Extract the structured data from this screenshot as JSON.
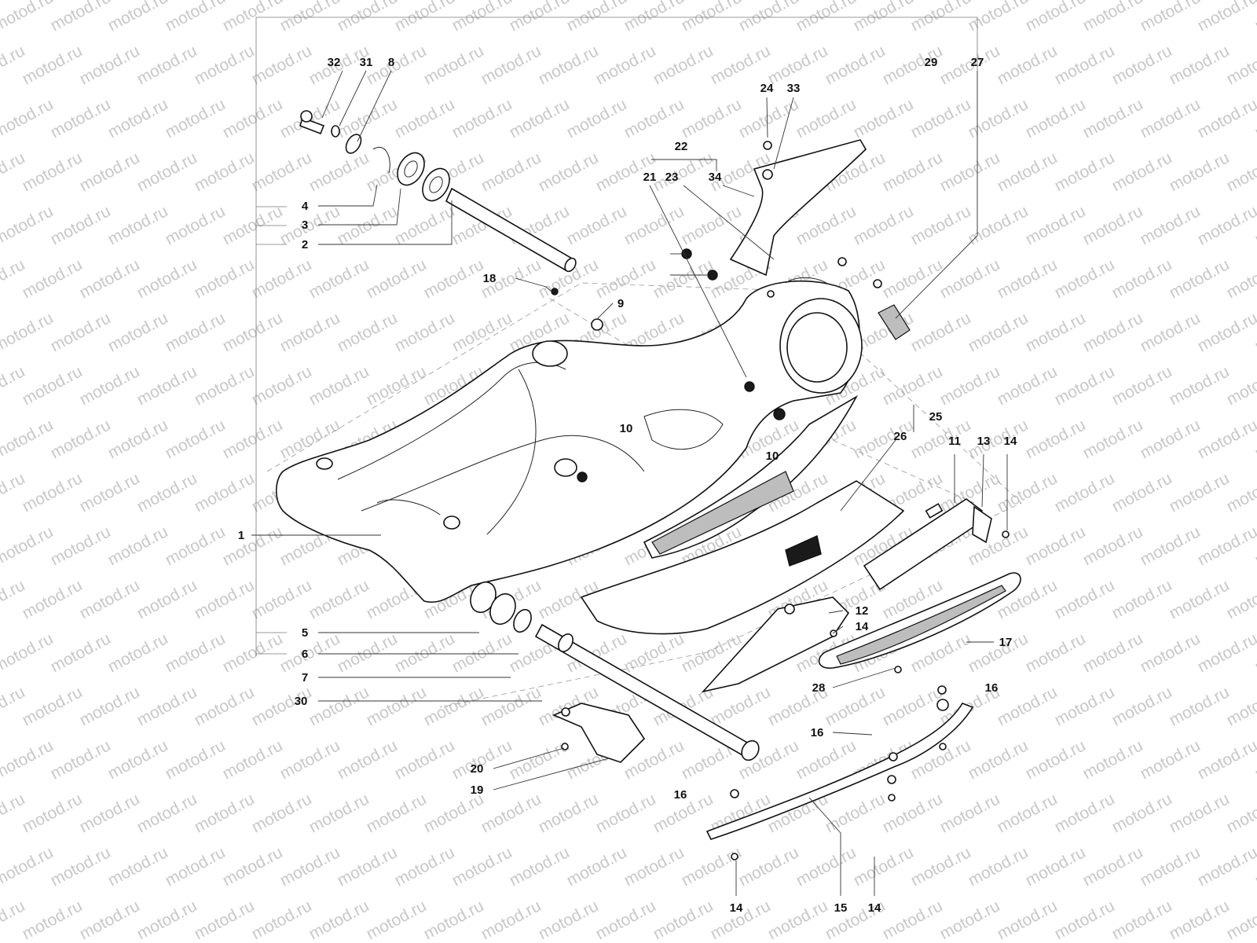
{
  "diagram": {
    "watermark": "motod.ru",
    "callouts": [
      {
        "id": "c32",
        "text": "32"
      },
      {
        "id": "c31",
        "text": "31"
      },
      {
        "id": "c8",
        "text": "8"
      },
      {
        "id": "c29",
        "text": "29"
      },
      {
        "id": "c27",
        "text": "27"
      },
      {
        "id": "c24",
        "text": "24"
      },
      {
        "id": "c33",
        "text": "33"
      },
      {
        "id": "c22",
        "text": "22"
      },
      {
        "id": "c21",
        "text": "21"
      },
      {
        "id": "c23",
        "text": "23"
      },
      {
        "id": "c34",
        "text": "34"
      },
      {
        "id": "c4",
        "text": "4"
      },
      {
        "id": "c3",
        "text": "3"
      },
      {
        "id": "c2",
        "text": "2"
      },
      {
        "id": "c18",
        "text": "18"
      },
      {
        "id": "c9",
        "text": "9"
      },
      {
        "id": "c10a",
        "text": "10"
      },
      {
        "id": "c10b",
        "text": "10"
      },
      {
        "id": "c25",
        "text": "25"
      },
      {
        "id": "c26",
        "text": "26"
      },
      {
        "id": "c11",
        "text": "11"
      },
      {
        "id": "c13",
        "text": "13"
      },
      {
        "id": "c14a",
        "text": "14"
      },
      {
        "id": "c1",
        "text": "1"
      },
      {
        "id": "c12",
        "text": "12"
      },
      {
        "id": "c14b",
        "text": "14"
      },
      {
        "id": "c5",
        "text": "5"
      },
      {
        "id": "c6",
        "text": "6"
      },
      {
        "id": "c17",
        "text": "17"
      },
      {
        "id": "c7",
        "text": "7"
      },
      {
        "id": "c28",
        "text": "28"
      },
      {
        "id": "c16a",
        "text": "16"
      },
      {
        "id": "c30",
        "text": "30"
      },
      {
        "id": "c16b",
        "text": "16"
      },
      {
        "id": "c20",
        "text": "20"
      },
      {
        "id": "c19",
        "text": "19"
      },
      {
        "id": "c16c",
        "text": "16"
      },
      {
        "id": "c14c",
        "text": "14"
      },
      {
        "id": "c15",
        "text": "15"
      },
      {
        "id": "c14d",
        "text": "14"
      }
    ]
  }
}
